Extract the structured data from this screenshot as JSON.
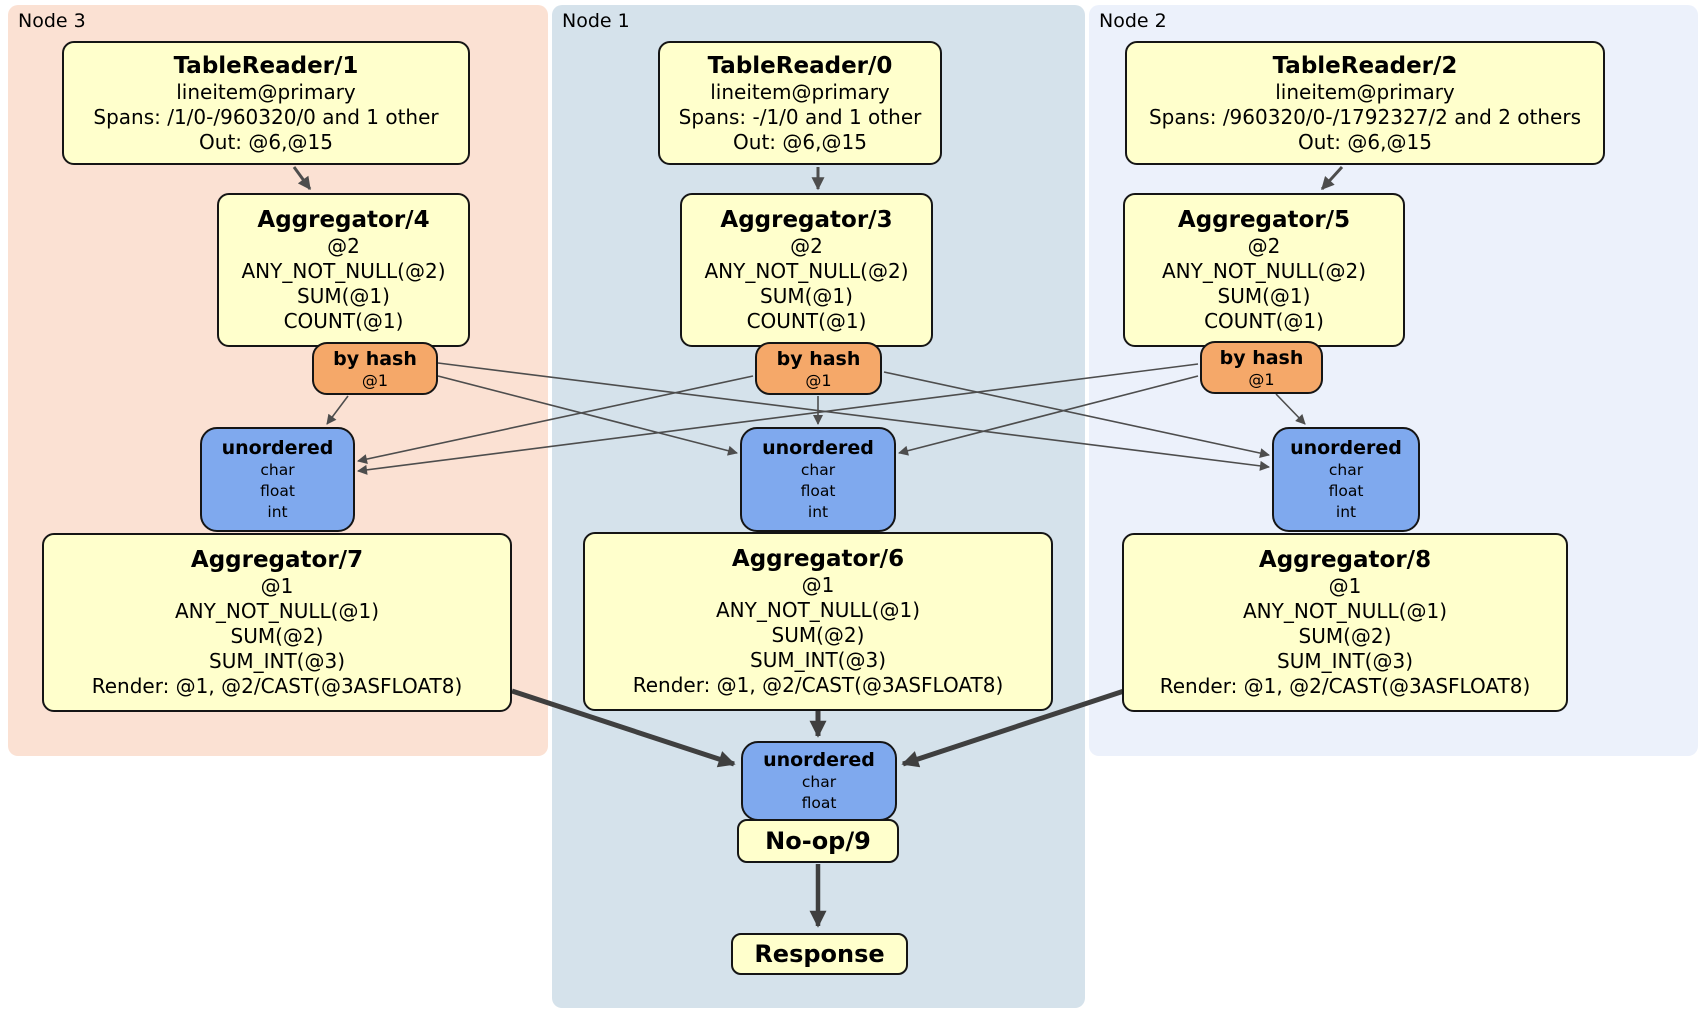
{
  "diagram": {
    "regions": [
      {
        "label": "Node 3"
      },
      {
        "label": "Node 1"
      },
      {
        "label": "Node 2"
      }
    ],
    "processors": {
      "tr1": {
        "title": "TableReader/1",
        "lines": [
          "lineitem@primary",
          "Spans: /1/0-/960320/0 and 1 other",
          "Out: @6,@15"
        ]
      },
      "tr0": {
        "title": "TableReader/0",
        "lines": [
          "lineitem@primary",
          "Spans: -/1/0 and 1 other",
          "Out: @6,@15"
        ]
      },
      "tr2": {
        "title": "TableReader/2",
        "lines": [
          "lineitem@primary",
          "Spans: /960320/0-/1792327/2 and 2 others",
          "Out: @6,@15"
        ]
      },
      "agg4": {
        "title": "Aggregator/4",
        "lines": [
          "@2",
          "ANY_NOT_NULL(@2)",
          "SUM(@1)",
          "COUNT(@1)"
        ]
      },
      "agg3": {
        "title": "Aggregator/3",
        "lines": [
          "@2",
          "ANY_NOT_NULL(@2)",
          "SUM(@1)",
          "COUNT(@1)"
        ]
      },
      "agg5": {
        "title": "Aggregator/5",
        "lines": [
          "@2",
          "ANY_NOT_NULL(@2)",
          "SUM(@1)",
          "COUNT(@1)"
        ]
      },
      "agg7": {
        "title": "Aggregator/7",
        "lines": [
          "@1",
          "ANY_NOT_NULL(@1)",
          "SUM(@2)",
          "SUM_INT(@3)",
          "Render: @1, @2/CAST(@3ASFLOAT8)"
        ]
      },
      "agg6": {
        "title": "Aggregator/6",
        "lines": [
          "@1",
          "ANY_NOT_NULL(@1)",
          "SUM(@2)",
          "SUM_INT(@3)",
          "Render: @1, @2/CAST(@3ASFLOAT8)"
        ]
      },
      "agg8": {
        "title": "Aggregator/8",
        "lines": [
          "@1",
          "ANY_NOT_NULL(@1)",
          "SUM(@2)",
          "SUM_INT(@3)",
          "Render: @1, @2/CAST(@3ASFLOAT8)"
        ]
      },
      "noop": {
        "title": "No-op/9"
      },
      "response": {
        "title": "Response"
      }
    },
    "routers": {
      "bh3": {
        "title": "by hash",
        "key": "@1"
      },
      "bh1": {
        "title": "by hash",
        "key": "@1"
      },
      "bh2": {
        "title": "by hash",
        "key": "@1"
      }
    },
    "syncs": {
      "un3": {
        "title": "unordered",
        "types": [
          "char",
          "float",
          "int"
        ]
      },
      "un1": {
        "title": "unordered",
        "types": [
          "char",
          "float",
          "int"
        ]
      },
      "un2": {
        "title": "unordered",
        "types": [
          "char",
          "float",
          "int"
        ]
      },
      "unf": {
        "title": "unordered",
        "types": [
          "char",
          "float"
        ]
      }
    },
    "colors": {
      "processor_fill": "#FFFFCC",
      "router_fill": "#F5A869",
      "sync_fill": "#7FA9EE",
      "node3_bg": "#FBE1D3",
      "node1_bg": "#D5E2EB",
      "node2_bg": "#ECF1FB",
      "edge_thin": "#4D4D4D",
      "edge_thick": "#3F3F3F"
    }
  }
}
